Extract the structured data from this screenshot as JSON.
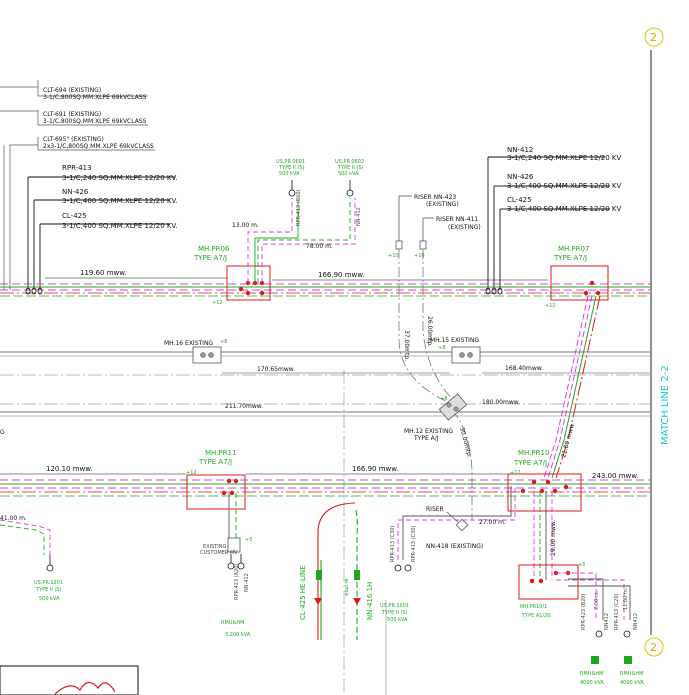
{
  "cables_top_left": [
    {
      "name": "CLT-694 (EXISTING)",
      "spec": "3-1/C,800SQ.MM.XLPE 69kVCLASS"
    },
    {
      "name": "CLT-691 (EXISTING)",
      "spec": "3-1/C,800SQ.MM.XLPE 69kVCLASS"
    },
    {
      "name": "CLT-695\" (EXISTING)",
      "spec": "2x3-1/C,800SQ.MM.XLPE 69kVCLASS"
    }
  ],
  "cables_left": [
    {
      "name": "RPR-413",
      "spec": "3-1/C,240 SQ.MM.XLPE 12/20 KV."
    },
    {
      "name": "NN-426",
      "spec": "3-1/C,400 SQ.MM.XLPE 12/20 KV."
    },
    {
      "name": "CL-425",
      "spec": "3-1/C,400 SQ.MM.XLPE 12/20 KV."
    }
  ],
  "cables_right": [
    {
      "name": "NN-412",
      "spec": "3-1/C,240 SQ.MM.XLPE 12/20 KV"
    },
    {
      "name": "NN-426",
      "spec": "3-1/C,400 SQ.MM.XLPE 12/20 KV"
    },
    {
      "name": "CL-425",
      "spec": "3-1/C,400 SQ.MM.XLPE 12/20 KV"
    }
  ],
  "manholes": {
    "pr06": {
      "name": "MH.PR06",
      "type": "TYPE A7/J",
      "elev": "+12"
    },
    "pr07": {
      "name": "MH.PR07",
      "type": "TYPE A7/J",
      "elev": "+12"
    },
    "pr11": {
      "name": "MH.PR11",
      "type": "TYPE A7/J",
      "elev": "+12"
    },
    "pr10": {
      "name": "MH.PR10",
      "type": "TYPE A7/J",
      "elev": "+12"
    },
    "pr101": {
      "name": "MH.PR10/1",
      "type": "TYPE A1/20"
    },
    "mh16": {
      "name": "MH.16 EXISTING",
      "elev": "+8"
    },
    "mh15": {
      "name": "MH.15 EXISTING",
      "elev": "+8"
    },
    "mh12": {
      "name": "MH.12 EXISTING",
      "type": "TYPE A/J",
      "elev": "+8"
    }
  },
  "distances": {
    "d1": "119.60 mww.",
    "d2": "166.90 mww.",
    "d3": "170.65mww.",
    "d4": "168.40mww.",
    "d5": "211.70mww.",
    "d6": "180.00mww.",
    "d7": "120.10 mww.",
    "d8": "166.90 mww.",
    "d9": "243.00 mww.",
    "d10": "21.80 mww.",
    "d11": "37.00mtp.",
    "d12": "26.00mtp.",
    "d13": "30.00mtp.",
    "d14": "13.00 m.",
    "d15": "78.00 m.",
    "d16": "27.00 m.",
    "d17": "29.00 mww.",
    "d18": "41.00 m."
  },
  "risers": {
    "r1": "RISER NN-423",
    "r1s": "(EXISTING)",
    "r2": "RISER NN-411",
    "r2s": "(EXISTING)",
    "r3": "RISER",
    "r3s": "NN-418 (EXISTING)"
  },
  "substations": {
    "s0601": {
      "name": "US.PR.0601",
      "type": "TYPE II (S)",
      "kva": "500 kVA"
    },
    "s0602": {
      "name": "US.PR.0602",
      "type": "TYPE II (S)",
      "kva": "500 kVA"
    },
    "s1201": {
      "name": "US.PR.1201",
      "type": "TYPE II (S)",
      "kva": "500 kVA"
    },
    "s1001": {
      "name": "US.PR.1001",
      "type": "TYPE II (S)",
      "kva": "500 kVA"
    },
    "rmu1": {
      "name": "RMU&HM",
      "kva": "3,200 kVA"
    },
    "rmu2": {
      "name": "RMU&HM",
      "kva": "4000 kVA"
    },
    "rmu3": {
      "name": "RMU&HM",
      "kva": "4000 kVA"
    }
  },
  "vertical_feeders": {
    "f1": "CL-425 HE-LINE",
    "f2": "NN-416 1H"
  },
  "match_line": "MATCH LINE 2-2",
  "sheet_marker": "2",
  "colors": {
    "green": "#1fa81f",
    "magenta": "#e23ce0",
    "red": "#e01818",
    "gray": "#888888",
    "cyan": "#19c7d8",
    "yellow": "#d6c600"
  }
}
